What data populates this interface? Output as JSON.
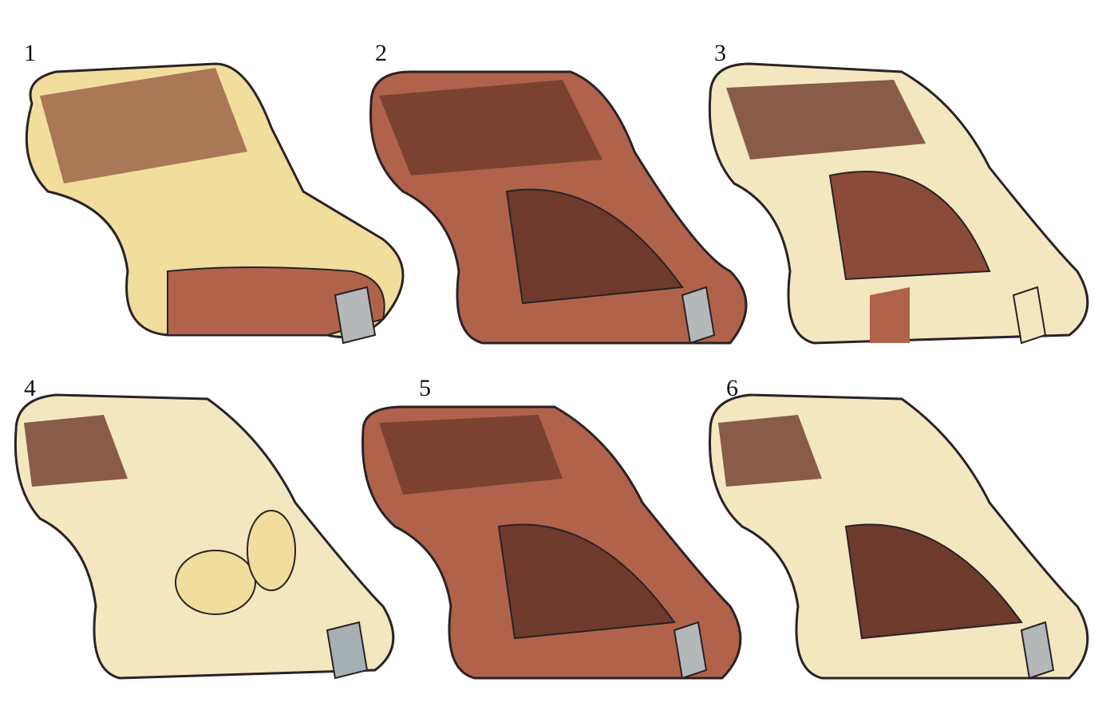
{
  "figure": {
    "type": "hand-drawn illustration",
    "panels": [
      {
        "label": "1",
        "variant": "striped-hatching"
      },
      {
        "label": "2",
        "variant": "crosshatch-stripes"
      },
      {
        "label": "3",
        "variant": "banded-crosshatch"
      },
      {
        "label": "4",
        "variant": "dotted-patches"
      },
      {
        "label": "5",
        "variant": "crosshatch-stripes"
      },
      {
        "label": "6",
        "variant": "crosshatch-stripes-alt"
      }
    ],
    "colors": {
      "cream": "#f3e7bf",
      "light_yellow": "#f1dd9c",
      "rust": "#b0634a",
      "dark_brown": "#6e3a2c",
      "outline": "#2a2226",
      "grey": "#b5b8b8"
    }
  }
}
